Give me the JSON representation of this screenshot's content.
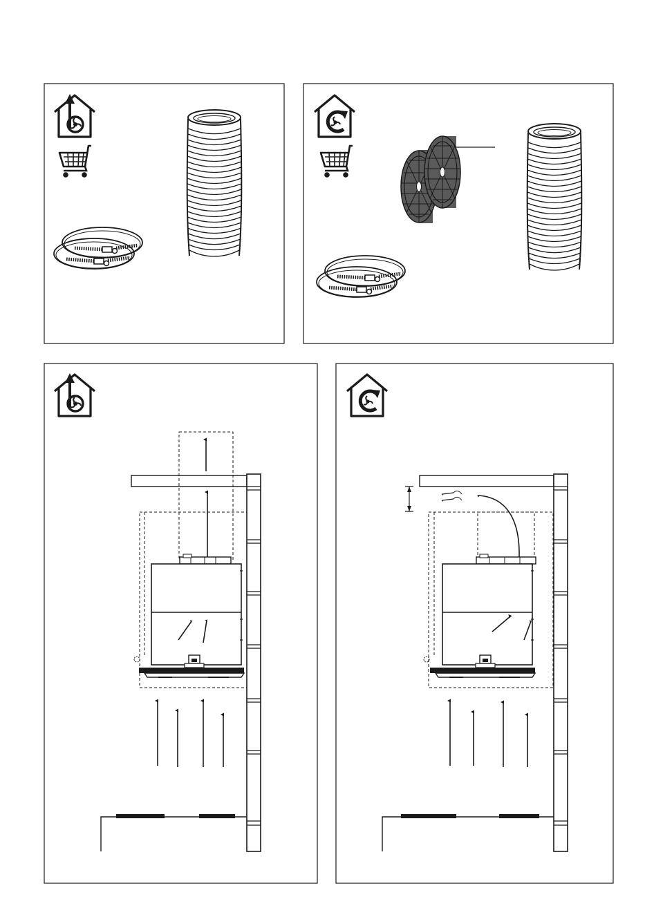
{
  "page": {
    "background": "#ffffff",
    "ink": "#1a1a1a",
    "filter_fill": "#5a5a5a"
  },
  "panels": [
    {
      "id": "ducted-accessories",
      "mode": "ducting",
      "icons": [
        "ducted-house-icon",
        "shopping-cart-icon"
      ],
      "parts": [
        "hose-clamps",
        "flexible-duct"
      ]
    },
    {
      "id": "recirculating-accessories",
      "mode": "recirculation",
      "icons": [
        "recirculation-house-icon",
        "shopping-cart-icon"
      ],
      "parts": [
        "hose-clamps",
        "charcoal-filters",
        "flexible-duct"
      ]
    },
    {
      "id": "ducted-installation",
      "mode": "ducting",
      "icons": [
        "ducted-house-icon"
      ],
      "parts": [
        "ceiling",
        "wall",
        "hood",
        "duct",
        "hob",
        "airflow-arrows"
      ]
    },
    {
      "id": "recirculating-installation",
      "mode": "recirculation",
      "icons": [
        "recirculation-house-icon"
      ],
      "parts": [
        "ceiling",
        "wall",
        "hood",
        "recirculation-outlet",
        "hob",
        "airflow-arrows"
      ]
    }
  ]
}
